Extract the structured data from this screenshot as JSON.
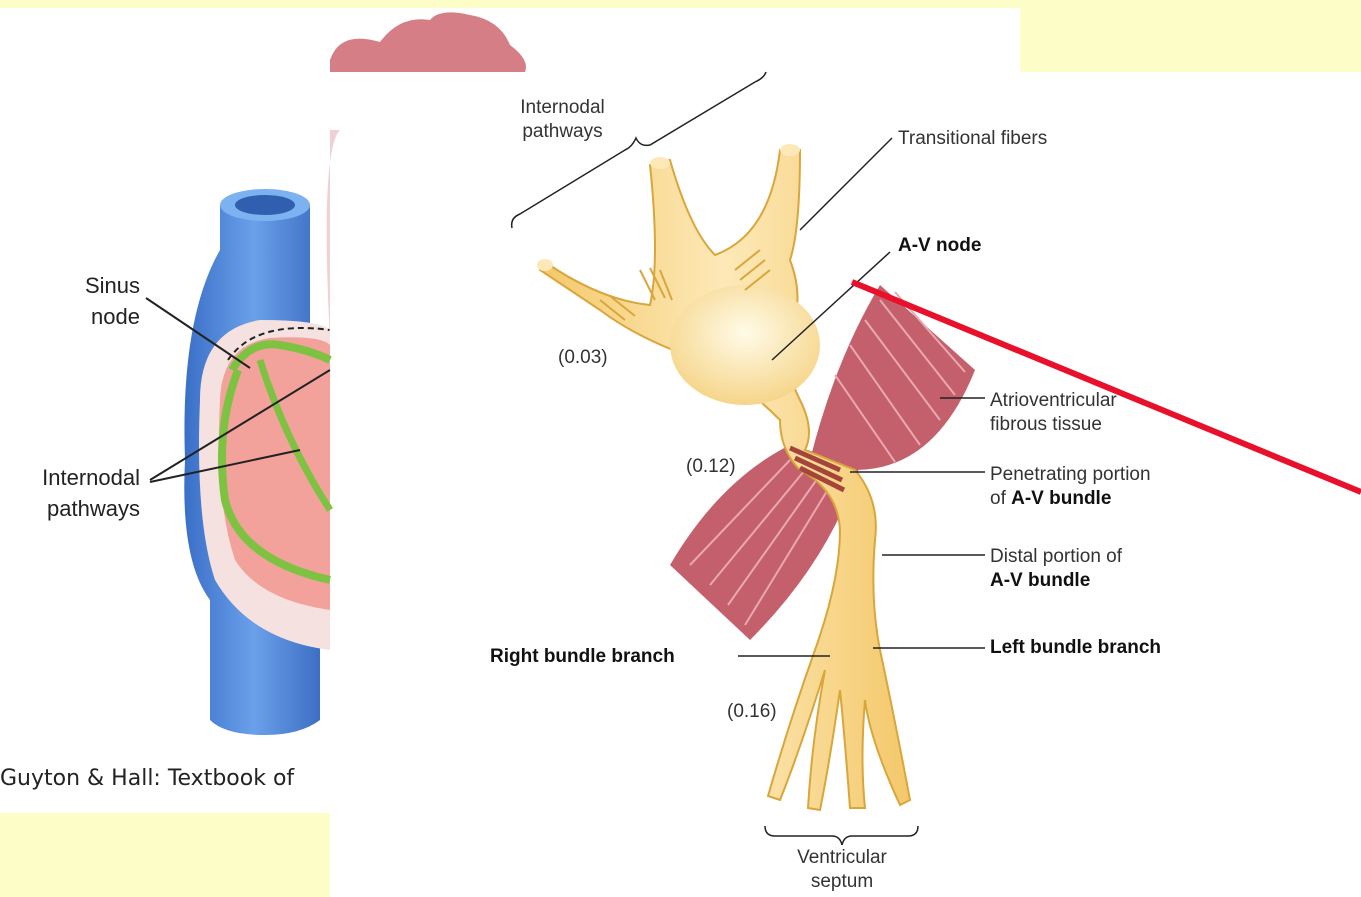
{
  "left_figure": {
    "sinus_node_label": [
      "Sinus",
      "node"
    ],
    "internodal_label": [
      "Internodal",
      "pathways"
    ],
    "caption": "Guyton & Hall: Textbook of"
  },
  "main_figure": {
    "labels": {
      "internodal_pathways": [
        "Internodal",
        "pathways"
      ],
      "transitional_fibers": "Transitional fibers",
      "av_node": "A-V node",
      "atrioventricular": [
        "Atrioventricular",
        "fibrous tissue"
      ],
      "penetrating_line1": "Penetrating portion",
      "penetrating_line2_prefix": "of ",
      "penetrating_line2_bold": "A-V bundle",
      "distal_line1": "Distal portion of",
      "distal_line2_bold": "A-V bundle",
      "right_bundle_branch": "Right bundle branch",
      "left_bundle_branch": "Left bundle branch",
      "ventricular_septum": [
        "Ventricular",
        "septum"
      ]
    },
    "timings": [
      "(0.03)",
      "(0.12)",
      "(0.16)"
    ]
  },
  "colors": {
    "background": "#fdfdc8",
    "vessel_blue": "#4f86d9",
    "atrium_pink": "#f4a29a",
    "pathway_green": "#7ec242",
    "muscle_red": "#c45f6a",
    "conduction_yellow": "#f7d98a",
    "annotation_red": "#e8102a"
  }
}
